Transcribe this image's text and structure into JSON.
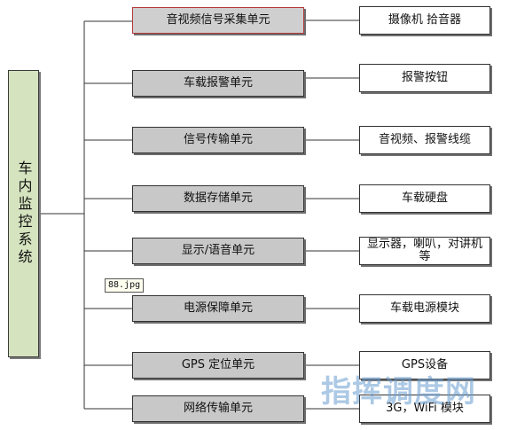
{
  "diagram": {
    "root": "车内监控系统",
    "units": [
      "音视频信号采集单元",
      "车载报警单元",
      "信号传输单元",
      "数据存储单元",
      "显示/语音单元",
      "电源保障单元",
      "GPS 定位单元",
      "网络传输单元"
    ],
    "devices": [
      "摄像机 拾音器",
      "报警按钮",
      "音视频、报警线缆",
      "车载硬盘",
      "显示器，喇叭，对讲机等",
      "车载电源模块",
      "GPS设备",
      "3G，WiFi 模块"
    ]
  },
  "tooltip": "88.jpg",
  "watermark": "指挥调度网",
  "colors": {
    "root_fill": "#d5e3bf",
    "unit_fill": "#c8c8c8",
    "first_unit_border": "#b33a3a",
    "watermark": "#689cd0"
  }
}
